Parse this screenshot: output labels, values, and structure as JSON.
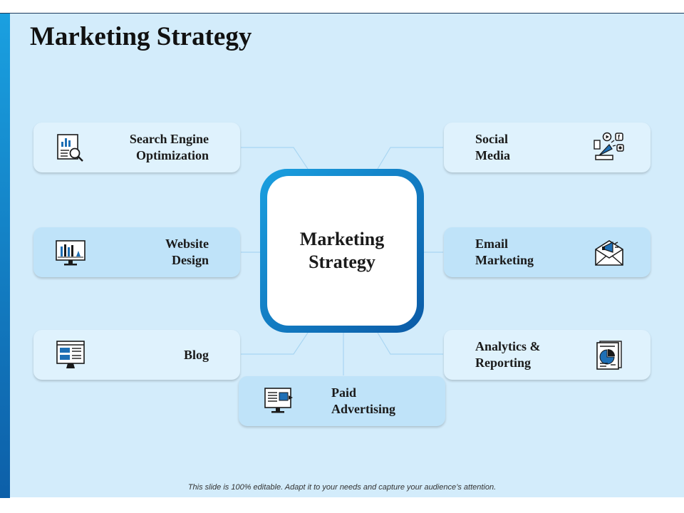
{
  "title": "Marketing Strategy",
  "center": {
    "label": "Marketing\nStrategy"
  },
  "nodes": {
    "seo": {
      "label": "Search Engine\nOptimization",
      "icon": "seo-report-icon"
    },
    "website": {
      "label": "Website\nDesign",
      "icon": "monitor-design-icon"
    },
    "blog": {
      "label": "Blog",
      "icon": "blog-monitor-icon"
    },
    "paid": {
      "label": "Paid\nAdvertising",
      "icon": "ad-monitor-icon"
    },
    "social": {
      "label": "Social\nMedia",
      "icon": "social-media-icon"
    },
    "email": {
      "label": "Email\nMarketing",
      "icon": "email-megaphone-icon"
    },
    "analytics": {
      "label": "Analytics &\nReporting",
      "icon": "analytics-report-icon"
    }
  },
  "footer": "This slide is 100% editable. Adapt it to your needs and capture your audience’s attention.",
  "colors": {
    "background": "#d3ecfb",
    "accent": "#0b5aa6",
    "card_light": "#dff2fd",
    "card_mid": "#bfe3f9"
  }
}
